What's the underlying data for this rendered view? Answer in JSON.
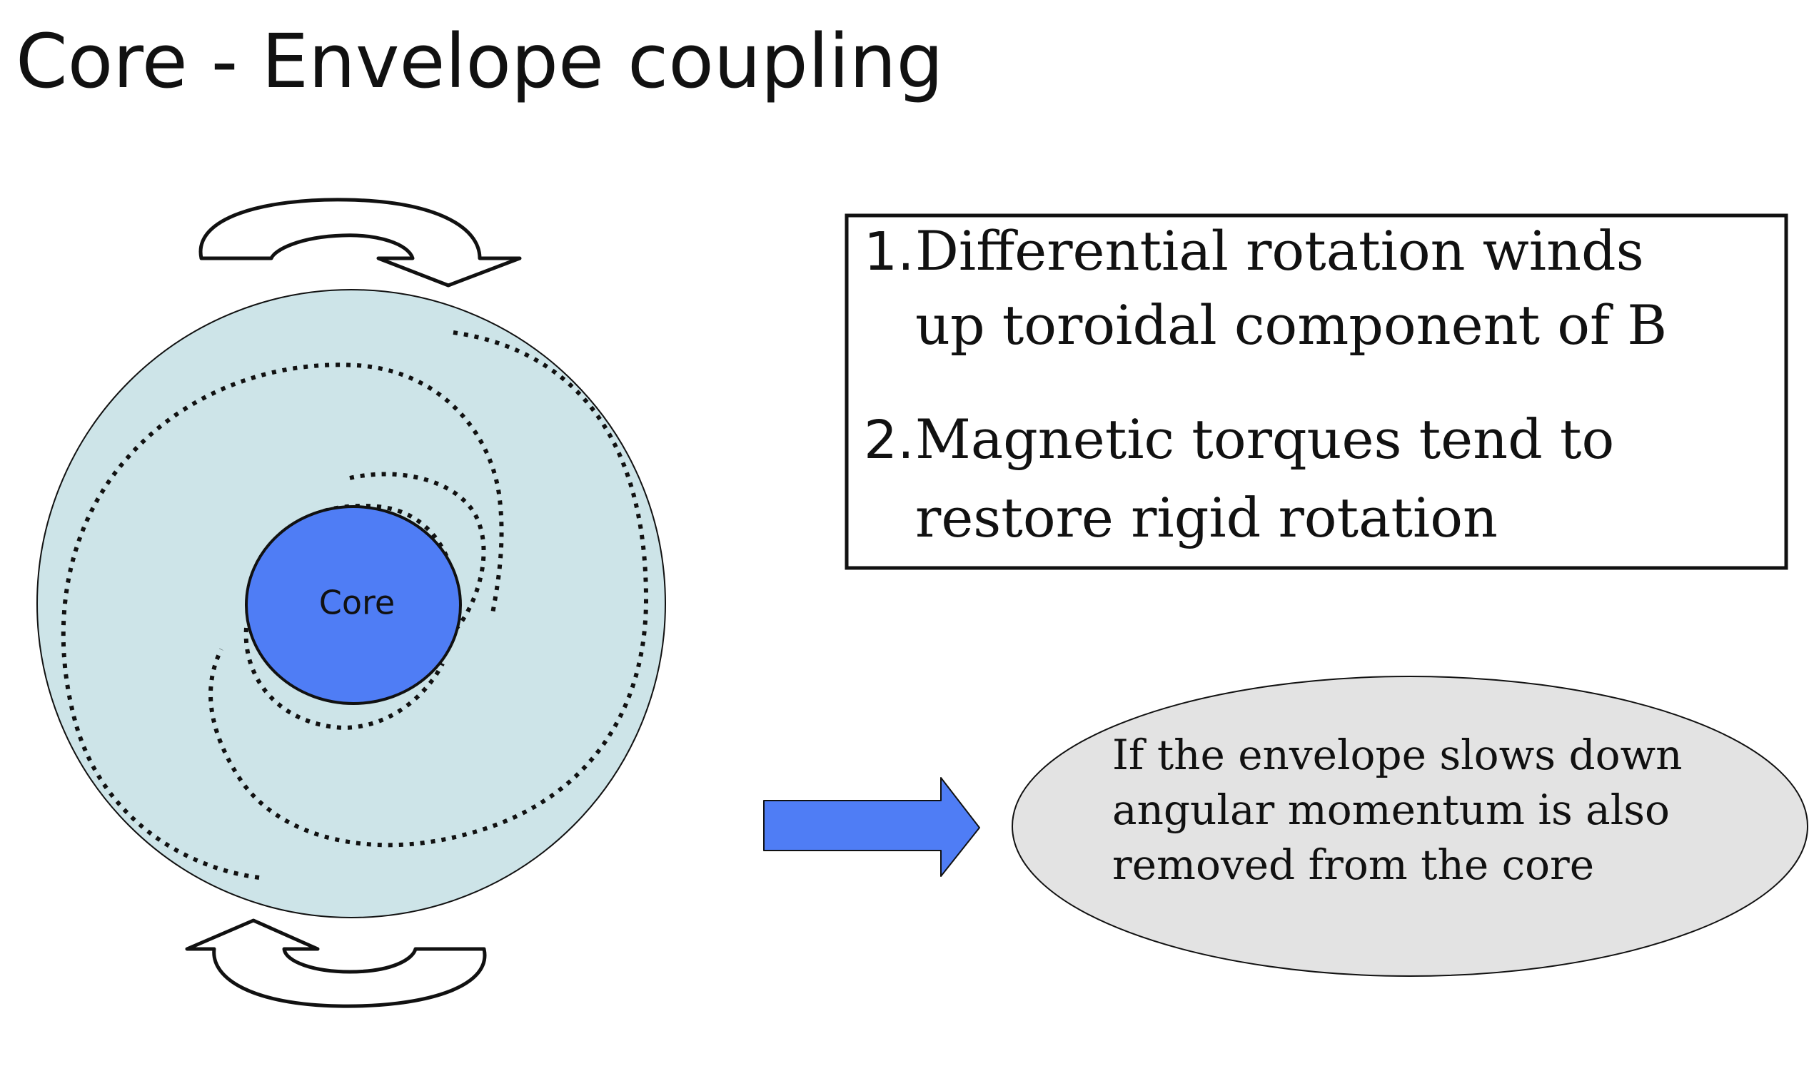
{
  "slide": {
    "title": "Core - Envelope coupling"
  },
  "diagram": {
    "core_label": "Core",
    "core_color": "#4F7DF5",
    "envelope_color": "#CDE4E8",
    "arrow_color": "#4F7DF5"
  },
  "list": {
    "items": [
      {
        "number": "1.",
        "line1": "Differential rotation winds",
        "line2": "up toroidal component of B"
      },
      {
        "number": "2.",
        "line1": "Magnetic torques tend to",
        "line2": "restore rigid rotation"
      }
    ]
  },
  "note": {
    "line1": "If the envelope slows down",
    "line2": "angular momentum is also",
    "line3": "removed from the core",
    "fill_color": "#E3E3E3"
  }
}
